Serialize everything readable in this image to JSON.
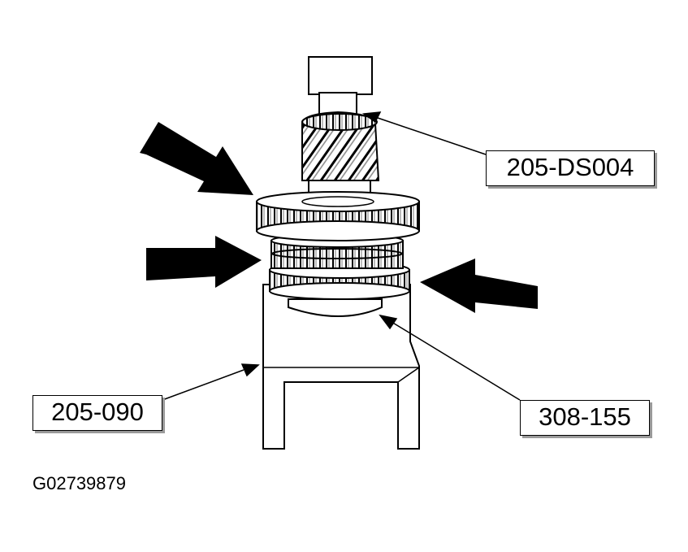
{
  "callouts": {
    "tool_top": "205-DS004",
    "fixture_base": "205-090",
    "gear_ring": "308-155"
  },
  "figure_id": "G02739879",
  "colors": {
    "line": "#000000",
    "shadow": "#9a9a9a",
    "fill": "#ffffff"
  }
}
